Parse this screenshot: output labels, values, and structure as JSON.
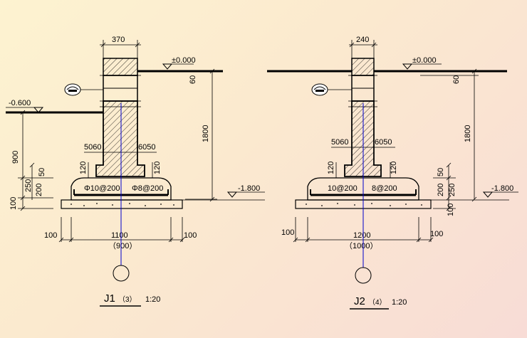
{
  "colors": {
    "background_top": "#fdf3d0",
    "background_bottom": "#f8dcd6",
    "line": "#000000",
    "axis": "#0000cc"
  },
  "symbols": [
    "axis-bubble",
    "hatch-section",
    "level-triangle",
    "cross-section-mark"
  ],
  "j1": {
    "width_top": "370",
    "level_zero": "±0.000",
    "level_minus06": "-0.600",
    "level_minus18": "-1.800",
    "dim_60": "60",
    "dim_1800": "1800",
    "dim_900": "900",
    "dim_5060": "5060",
    "dim_6050": "6050",
    "dim_120_left": "120",
    "dim_120_right": "120",
    "dim_50": "50",
    "dim_250": "250",
    "dim_200": "200",
    "dim_100_side": "100",
    "rebar_left": "Φ10@200",
    "rebar_right": "Φ8@200",
    "dim_100_left": "100",
    "dim_1100": "1100",
    "dim_100_right": "100",
    "dim_900_paren": "（900）",
    "title_main": "J1",
    "title_sub": "（3）",
    "scale": "1:20"
  },
  "j2": {
    "width_top": "240",
    "level_zero": "±0.000",
    "level_minus18": "-1.800",
    "dim_60": "60",
    "dim_1800": "1800",
    "dim_5060": "5060",
    "dim_6050": "6050",
    "dim_120_left": "120",
    "dim_120_right": "120",
    "dim_50": "50",
    "dim_200": "200",
    "dim_250": "250",
    "dim_100_side": "100",
    "rebar_left": "10@200",
    "rebar_right": "8@200",
    "dim_100_left": "100",
    "dim_1200": "1200",
    "dim_100_right": "100",
    "dim_1000_paren": "（1000）",
    "title_main": "J2",
    "title_sub": "（4）",
    "scale": "1:20"
  }
}
